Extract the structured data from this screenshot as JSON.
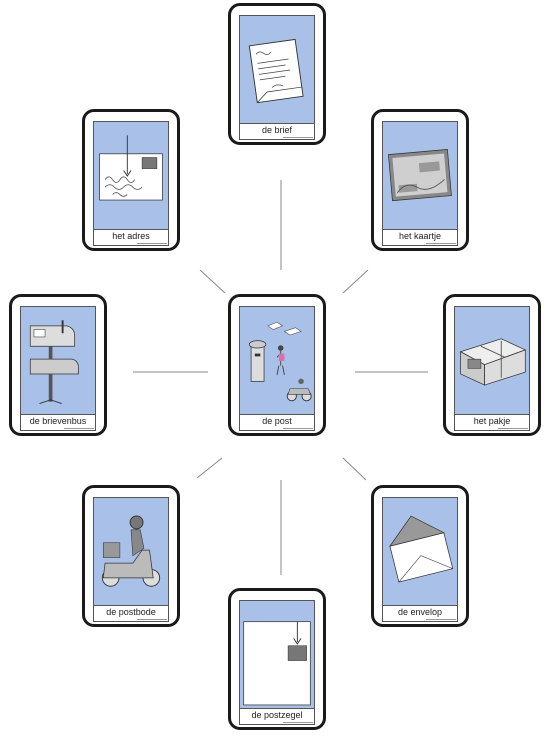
{
  "cards": [
    {
      "label": "de brief",
      "icon": "letter-icon"
    },
    {
      "label": "het adres",
      "icon": "address-envelope-icon"
    },
    {
      "label": "het kaartje",
      "icon": "postcard-icon"
    },
    {
      "label": "de brievenbus",
      "icon": "mailbox-icon"
    },
    {
      "label": "de post",
      "icon": "mail-scene-icon"
    },
    {
      "label": "het pakje",
      "icon": "parcel-icon"
    },
    {
      "label": "de postbode",
      "icon": "mail-carrier-scooter-icon"
    },
    {
      "label": "de envelop",
      "icon": "envelope-icon"
    },
    {
      "label": "de postzegel",
      "icon": "stamp-icon"
    }
  ],
  "colors": {
    "picture_background": "#a9c1e8",
    "card_border": "#1a1a1a",
    "connector": "#888888"
  }
}
